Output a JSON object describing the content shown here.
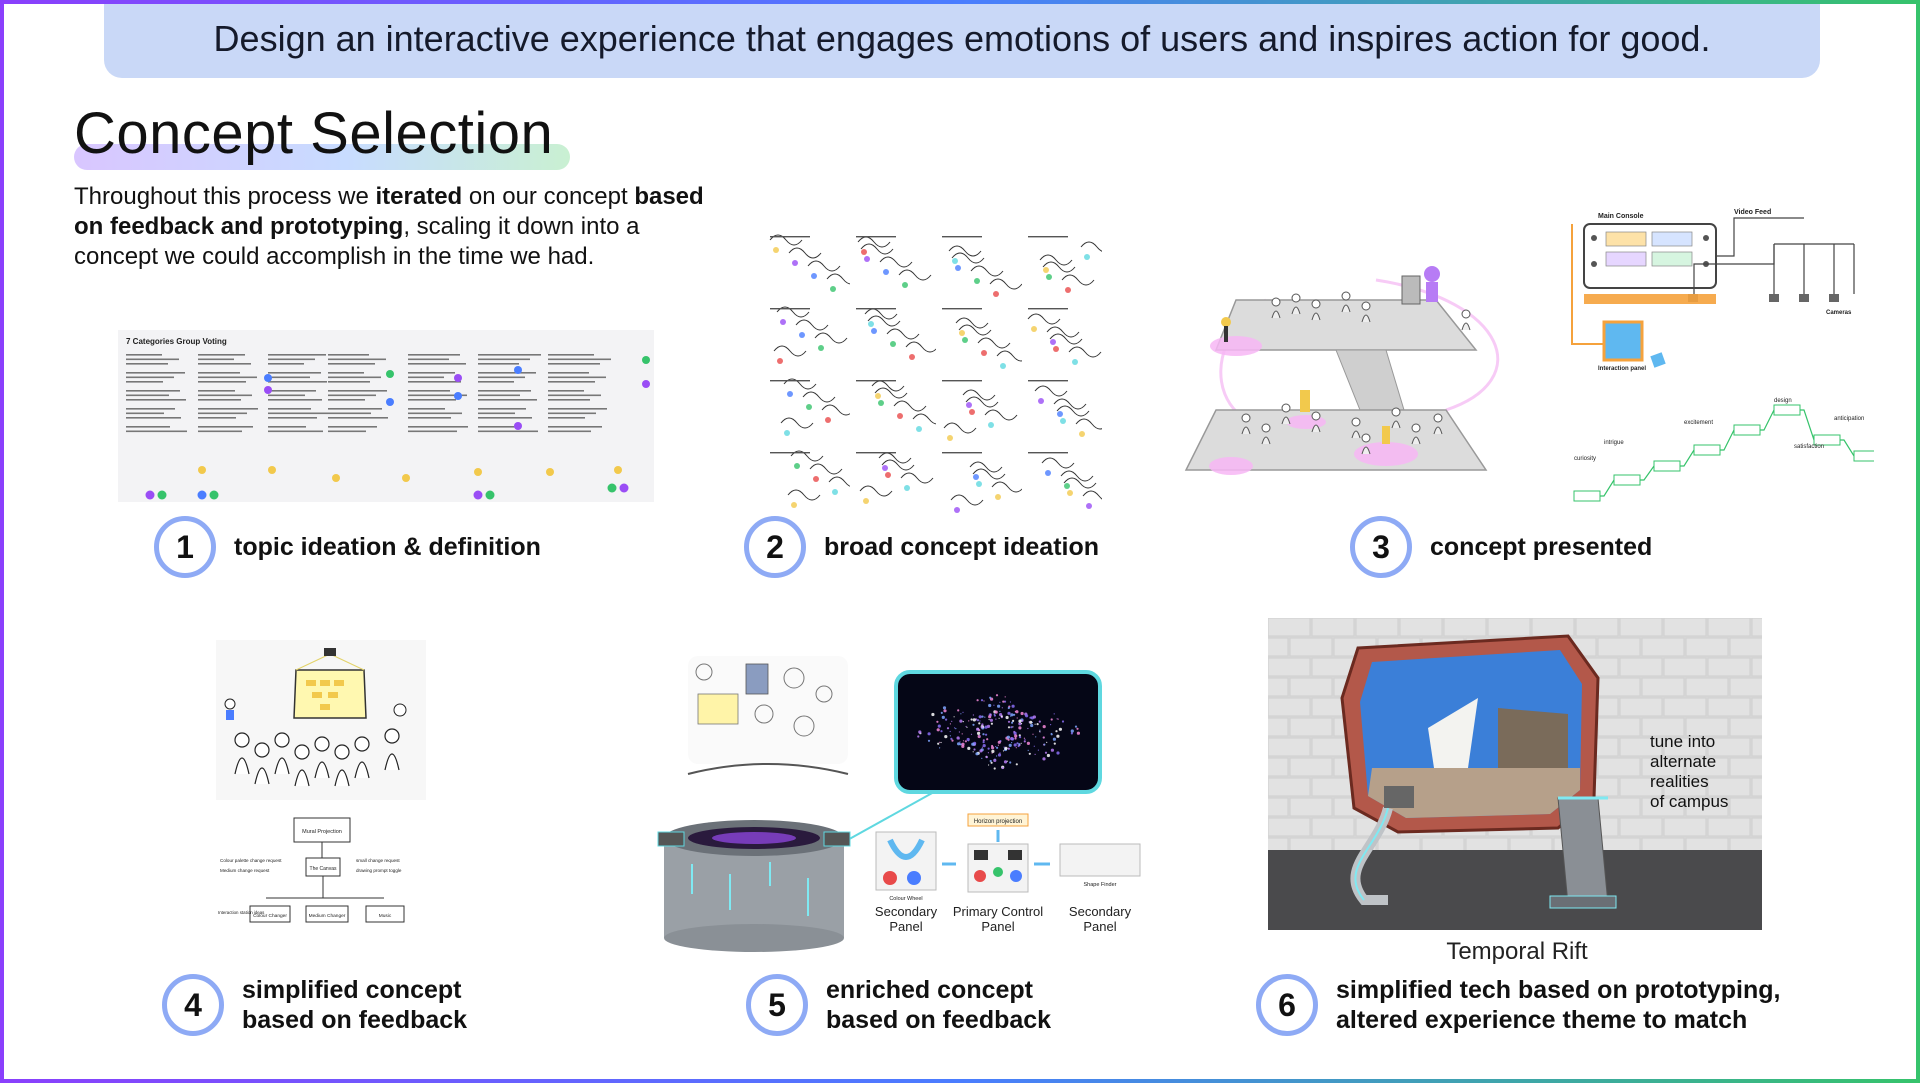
{
  "banner": {
    "text": "Design an interactive experience that engages emotions of users and inspires action for good."
  },
  "page_title": "Concept Selection",
  "intro": {
    "part1": "Throughout this process we ",
    "bold1": "iterated",
    "part2": " on our concept ",
    "bold2": "based on feedback and prototyping",
    "part3": ", scaling it down into a concept we could accomplish in the time we had."
  },
  "steps": [
    {
      "number": "1",
      "label": "topic ideation & definition"
    },
    {
      "number": "2",
      "label": "broad concept ideation"
    },
    {
      "number": "3",
      "label": "concept presented"
    },
    {
      "number": "4",
      "label": "simplified concept\nbased on feedback"
    },
    {
      "number": "5",
      "label": "enriched concept\nbased on feedback"
    },
    {
      "number": "6",
      "label": "simplified tech based on prototyping,\naltered experience theme to match"
    }
  ],
  "image1": {
    "doc_title": "7 Categories Group Voting"
  },
  "image3": {
    "main_console": "Main Console",
    "video_feed": "Video Feed",
    "cameras": "Cameras",
    "interaction_panel": "Interaction panel",
    "journey_labels": [
      "design",
      "intrigue",
      "excitement",
      "anticipation",
      "satisfaction",
      "curiosity"
    ]
  },
  "image4": {
    "mural_projection": "Mural Projection",
    "the_canvas": "The Canvas",
    "colour_changer": "Colour Changer",
    "medium_changer": "Medium Changer",
    "music": "Music",
    "left_requests": [
      "Colour palette change request",
      "Medium change request"
    ],
    "right_requests": [
      "small change request",
      "drawing prompt toggle"
    ],
    "interaction_stations": "Interaction station ideas"
  },
  "image5": {
    "secondary_panel_left": "Secondary\nPanel",
    "primary_panel": "Primary Control\nPanel",
    "secondary_panel_right": "Secondary\nPanel",
    "horizon_projection": "Horizon projection",
    "colour_wheel": "Colour Wheel",
    "shape_finder": "Shape Finder"
  },
  "image6": {
    "overlay_text": "tune into\nalternate\nrealities\nof campus",
    "caption": "Temporal Rift"
  },
  "colors": {
    "banner_bg": "#c9d8f7",
    "step_ring": "#8eaaf5",
    "accent_pink": "#f2a8f0",
    "accent_cyan": "#5fd8e0",
    "accent_yellow": "#f2c94c",
    "accent_purple": "#9a4df5"
  }
}
